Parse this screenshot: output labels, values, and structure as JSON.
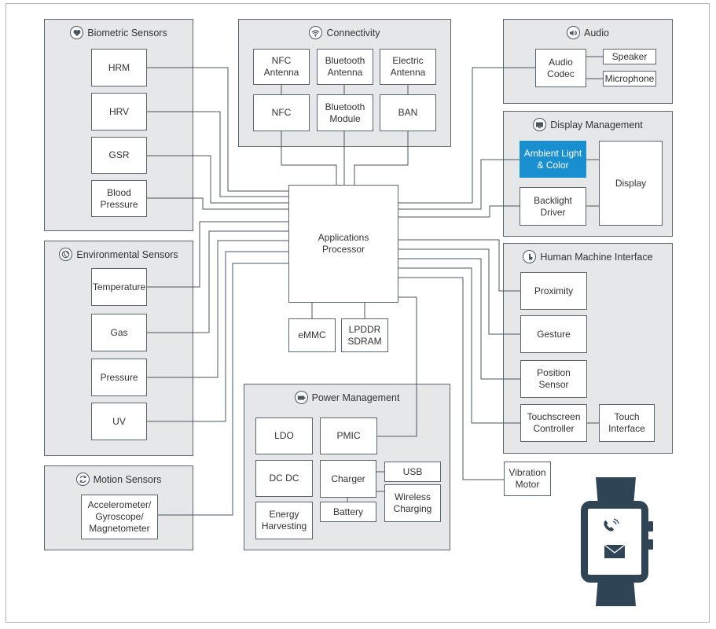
{
  "groups": {
    "biometric": {
      "title": "Biometric Sensors",
      "icon": "heart-icon"
    },
    "connectivity": {
      "title": "Connectivity",
      "icon": "wifi-icon"
    },
    "audio": {
      "title": "Audio",
      "icon": "speaker-icon"
    },
    "display": {
      "title": "Display Management",
      "icon": "monitor-icon"
    },
    "environmental": {
      "title": "Environmental Sensors",
      "icon": "globe-icon"
    },
    "hmi": {
      "title": "Human Machine Interface",
      "icon": "hand-touch-icon"
    },
    "motion": {
      "title": "Motion Sensors",
      "icon": "rotation-icon"
    },
    "power": {
      "title": "Power Management",
      "icon": "battery-icon"
    }
  },
  "blocks": {
    "hrm": "HRM",
    "hrv": "HRV",
    "gsr": "GSR",
    "blood_pressure": "Blood\nPressure",
    "nfc_antenna": "NFC\nAntenna",
    "bluetooth_antenna": "Bluetooth\nAntenna",
    "electric_antenna": "Electric\nAntenna",
    "nfc": "NFC",
    "bluetooth_module": "Bluetooth\nModule",
    "ban": "BAN",
    "audio_codec": "Audio\nCodec",
    "speaker": "Speaker",
    "microphone": "Microphone",
    "ambient_light": "Ambient Light\n& Color",
    "display": "Display",
    "backlight_driver": "Backlight\nDriver",
    "applications_processor": "Applications\nProcessor",
    "temperature": "Temperature",
    "gas": "Gas",
    "pressure": "Pressure",
    "uv": "UV",
    "emmc": "eMMC",
    "lpddr": "LPDDR\nSDRAM",
    "proximity": "Proximity",
    "gesture": "Gesture",
    "position_sensor": "Position\nSensor",
    "touchscreen_controller": "Touchscreen\nController",
    "touch_interface": "Touch\nInterface",
    "ldo": "LDO",
    "pmic": "PMIC",
    "dc_dc": "DC DC",
    "charger": "Charger",
    "usb": "USB",
    "wireless_charging": "Wireless\nCharging",
    "energy_harvesting": "Energy\nHarvesting",
    "battery": "Battery",
    "vibration_motor": "Vibration\nMotor",
    "accelerometer": "Accelerometer/\nGyroscope/\nMagnetometer"
  },
  "colors": {
    "accent": "#1a8fd0",
    "group_fill": "#e6e7e8",
    "stroke": "#5a6570",
    "watch": "#2f4556"
  },
  "illustration": {
    "device": "smartwatch-icon",
    "screen_icons": [
      "phone-call-icon",
      "envelope-icon"
    ]
  }
}
